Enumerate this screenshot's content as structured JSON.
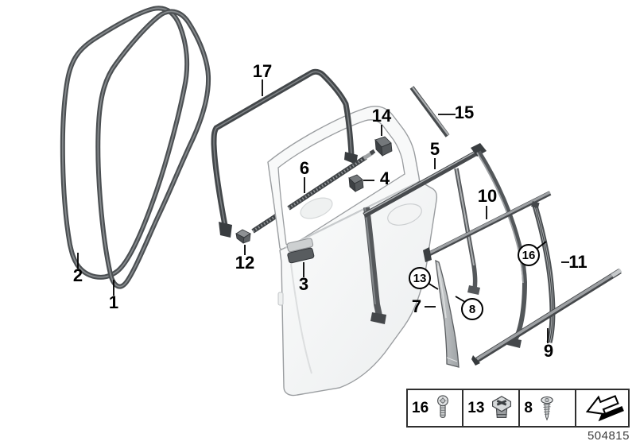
{
  "diagram": {
    "part_number": "504815",
    "callouts": [
      {
        "label": "1",
        "circled": false
      },
      {
        "label": "2",
        "circled": false
      },
      {
        "label": "3",
        "circled": false
      },
      {
        "label": "4",
        "circled": false
      },
      {
        "label": "5",
        "circled": false
      },
      {
        "label": "6",
        "circled": false
      },
      {
        "label": "7",
        "circled": false
      },
      {
        "label": "8",
        "circled": true
      },
      {
        "label": "9",
        "circled": false
      },
      {
        "label": "10",
        "circled": false
      },
      {
        "label": "11",
        "circled": false
      },
      {
        "label": "12",
        "circled": false
      },
      {
        "label": "13",
        "circled": true
      },
      {
        "label": "14",
        "circled": false
      },
      {
        "label": "15",
        "circled": false
      },
      {
        "label": "16",
        "circled": true
      },
      {
        "label": "17",
        "circled": false
      }
    ],
    "legend": [
      {
        "label": "16",
        "icon": "torx-pan-head-screw-icon"
      },
      {
        "label": "13",
        "icon": "expanding-rivet-clip-icon"
      },
      {
        "label": "8",
        "icon": "self-tapping-screw-icon"
      },
      {
        "label": "",
        "icon": "direction-arrow-icon"
      }
    ],
    "colors": {
      "background": "#ffffff",
      "part_dark": "#45484b",
      "part_mid": "#8d9093",
      "part_light": "#c8cbcd",
      "door_fill": "#f6f7f7",
      "callout_text": "#000000",
      "part_number_text": "#3d3d3d"
    }
  }
}
